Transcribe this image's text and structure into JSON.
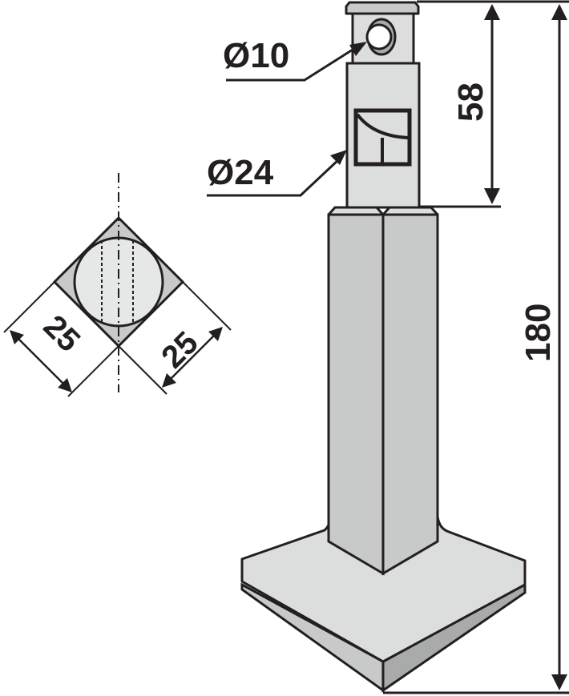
{
  "colors": {
    "line": "#231f20",
    "fill_light": "#dcdddd",
    "fill_mid": "#c8c9c9",
    "fill_dark": "#a9aaaa",
    "fill_circle": "#e6e7e7",
    "background": "#ffffff"
  },
  "dimensions": {
    "pin_hole": "Ø10",
    "shaft_diameter": "Ø24",
    "shaft_length": "58",
    "total_length": "180",
    "square_side_left": "25",
    "square_side_right": "25"
  },
  "views": {
    "cross_section": "square-cross-section",
    "side_view": "tine-side-view"
  }
}
